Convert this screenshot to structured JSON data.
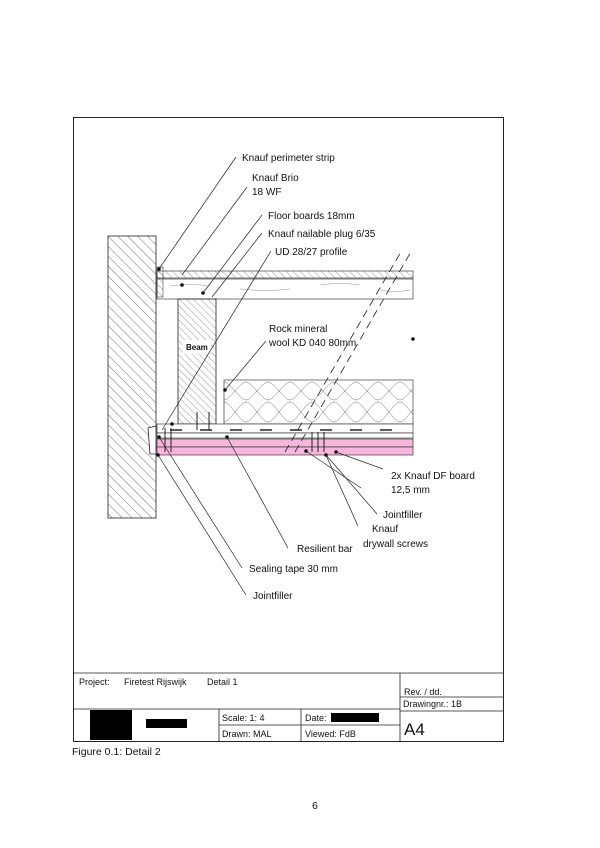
{
  "labels": {
    "perimeter_strip": "Knauf perimeter strip",
    "brio_1": "Knauf Brio",
    "brio_2": "18 WF",
    "floor_boards": "Floor boards 18mm",
    "nailable_plug": "Knauf nailable plug 6/35",
    "ud_profile": "UD 28/27 profile",
    "wool_1": "Rock mineral",
    "wool_2": "wool KD 040 80mm",
    "beam": "Beam",
    "df_board_1": "2x Knauf DF board",
    "df_board_2": "12,5 mm",
    "jointfiller_right": "Jointfiller",
    "screws_1": "Knauf",
    "screws_2": "drywall screws",
    "resilient_bar": "Resilient bar",
    "sealing_tape": "Sealing tape 30 mm",
    "jointfiller_left": "Jointfiller"
  },
  "title_block": {
    "project_label": "Project:",
    "project_value": "Firetest Rijswijk",
    "detail": "Detail 1",
    "rev": "Rev. / dd.",
    "drawing_nr": "Drawingnr.: 1B",
    "scale": "Scale: 1: 4",
    "date": "Date:",
    "drawn": "Drawn:  MAL",
    "viewed": "Viewed: FdB",
    "size": "A4"
  },
  "caption": "Figure 0.1: Detail 2",
  "page_number": "6",
  "colors": {
    "board_pink": "#f7b7dc",
    "line": "#222222"
  }
}
